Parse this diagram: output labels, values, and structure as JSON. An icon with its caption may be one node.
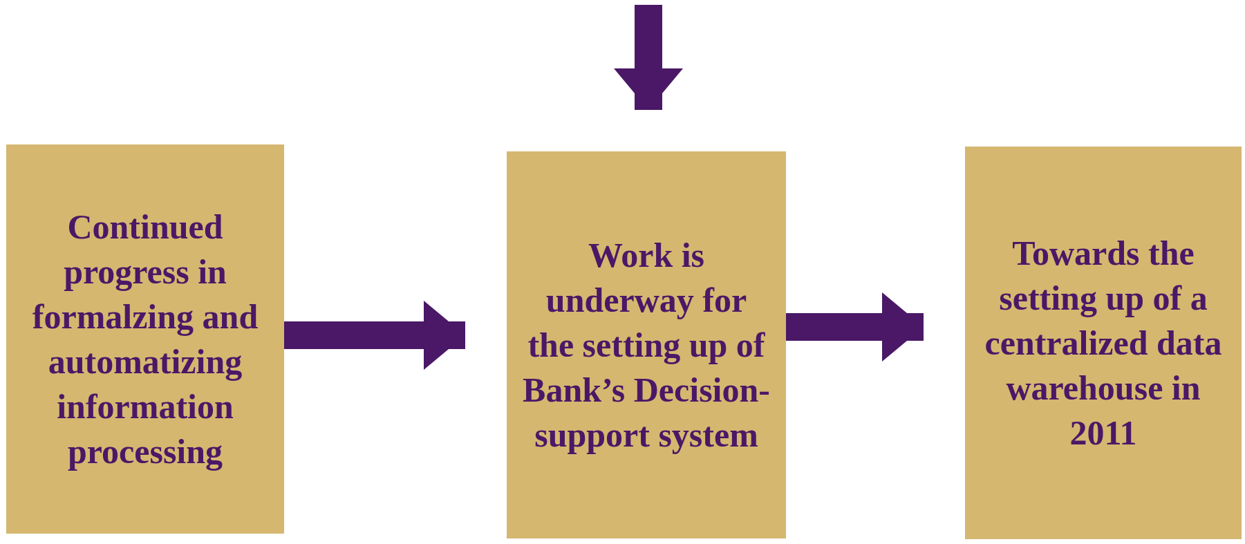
{
  "diagram": {
    "nodes": [
      {
        "text": [
          "Continued progress in formalzing and automatizing information processing"
        ]
      },
      {
        "text": [
          "Work is underway for the setting up of Bank’s Decision-support system"
        ]
      },
      {
        "text": [
          "Towards the setting up of a centralized data warehouse in 2011"
        ]
      }
    ],
    "edges": [
      {
        "from": 0,
        "to": 1,
        "arrow": "to"
      },
      {
        "from": 1,
        "to": 2,
        "arrow": "to"
      },
      {
        "from": null,
        "to": 1,
        "arrow": "to"
      }
    ]
  }
}
